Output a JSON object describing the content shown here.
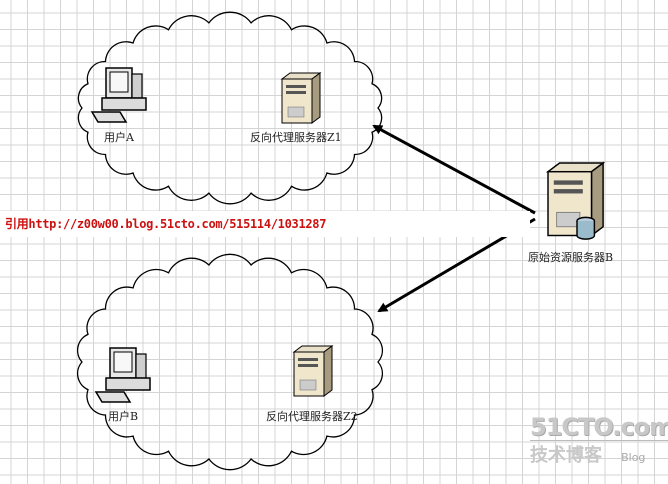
{
  "nodes": {
    "user_a": "用户A",
    "proxy_z1": "反向代理服务器Z1",
    "origin_b": "原始资源服务器B",
    "user_b": "用户B",
    "proxy_z2": "反向代理服务器Z2"
  },
  "citation": "引用http://z00w00.blog.51cto.com/515114/1031287",
  "watermark": {
    "brand": "51CTO.com",
    "subtitle": "技术博客",
    "blog": "Blog"
  }
}
